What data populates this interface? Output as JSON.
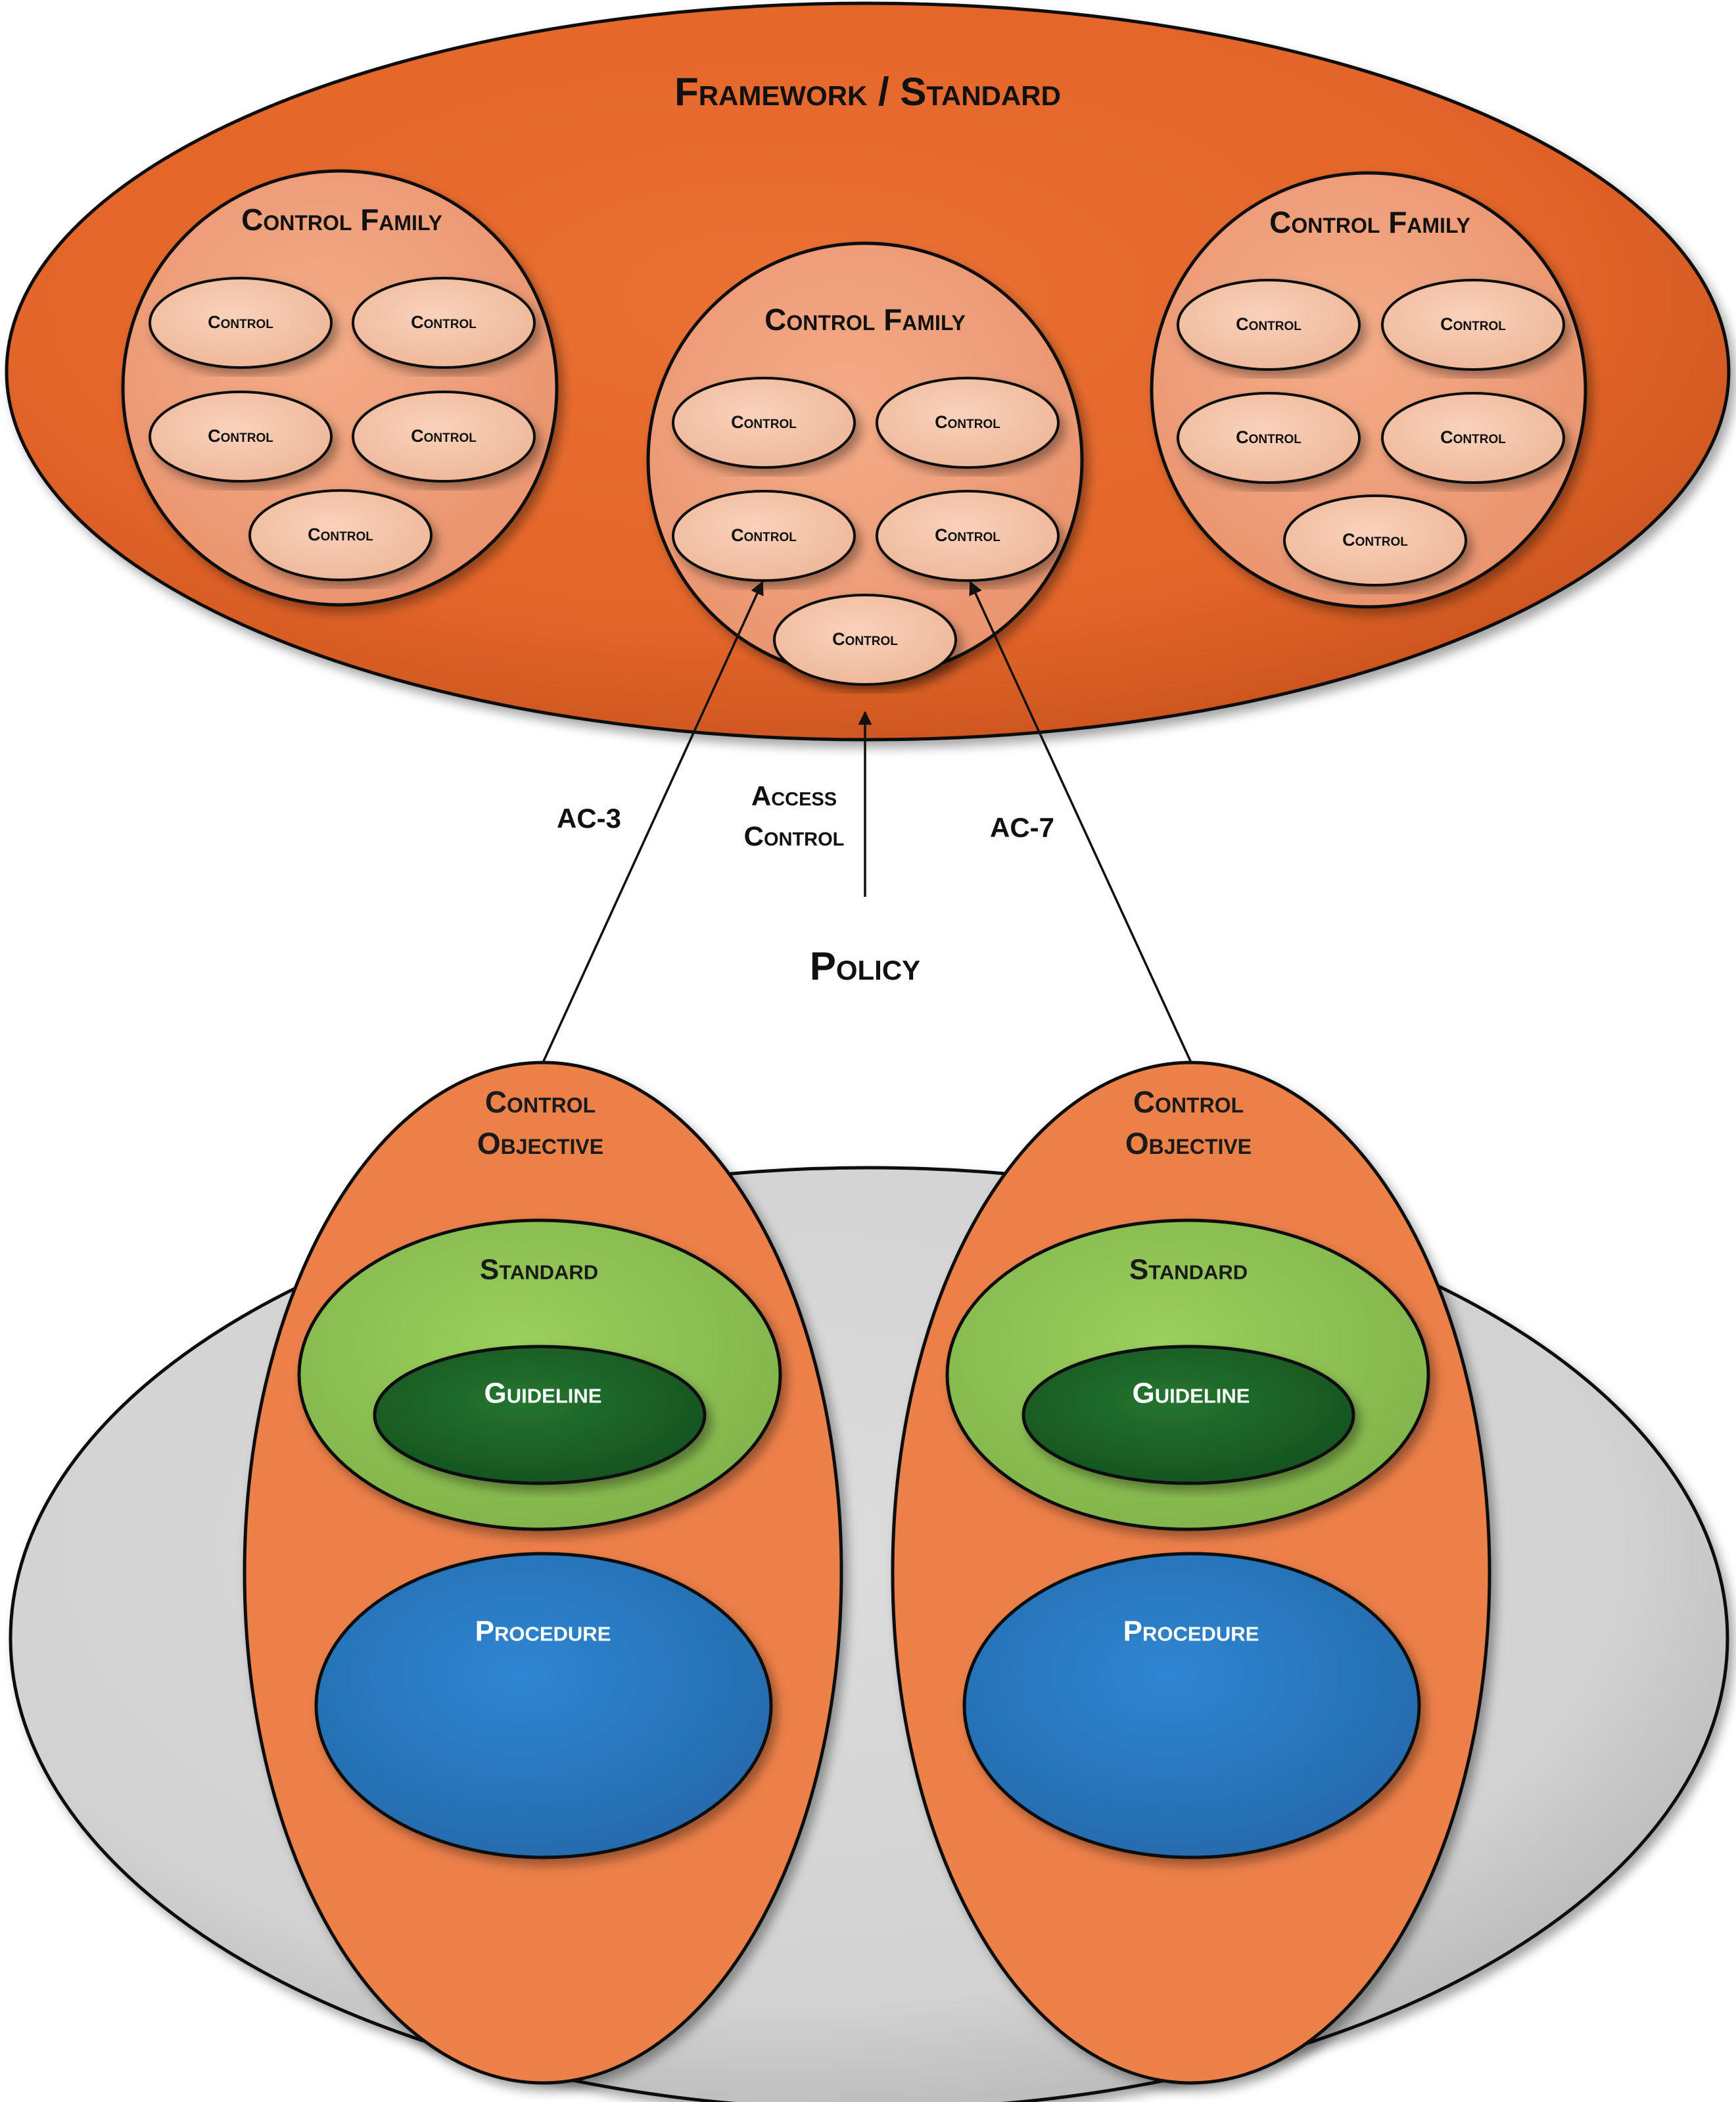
{
  "framework": {
    "title": "Framework / Standard",
    "families": [
      {
        "label": "Control Family",
        "controls": [
          "Control",
          "Control",
          "Control",
          "Control",
          "Control"
        ]
      },
      {
        "label": "Control Family",
        "controls": [
          "Control",
          "Control",
          "Control",
          "Control",
          "Control"
        ]
      },
      {
        "label": "Control Family",
        "controls": [
          "Control",
          "Control",
          "Control",
          "Control",
          "Control"
        ]
      }
    ]
  },
  "links": {
    "left": "AC-3",
    "center_line1": "Access",
    "center_line2": "Control",
    "right": "AC-7"
  },
  "policy": {
    "title": "Policy",
    "objectives": [
      {
        "line1": "Control",
        "line2": "Objective",
        "standard": "Standard",
        "guideline": "Guideline",
        "procedure": "Procedure"
      },
      {
        "line1": "Control",
        "line2": "Objective",
        "standard": "Standard",
        "guideline": "Guideline",
        "procedure": "Procedure"
      }
    ]
  },
  "colors": {
    "framework_fill": "#e4692c",
    "family_fill": "#f2a27c",
    "control_fill": "#f7c8ad",
    "policy_fill": "#d4d4d4",
    "objective_fill": "#ec8048",
    "standard_fill": "#92c856",
    "guideline_fill": "#1f6a2a",
    "procedure_fill": "#2c7fca"
  }
}
